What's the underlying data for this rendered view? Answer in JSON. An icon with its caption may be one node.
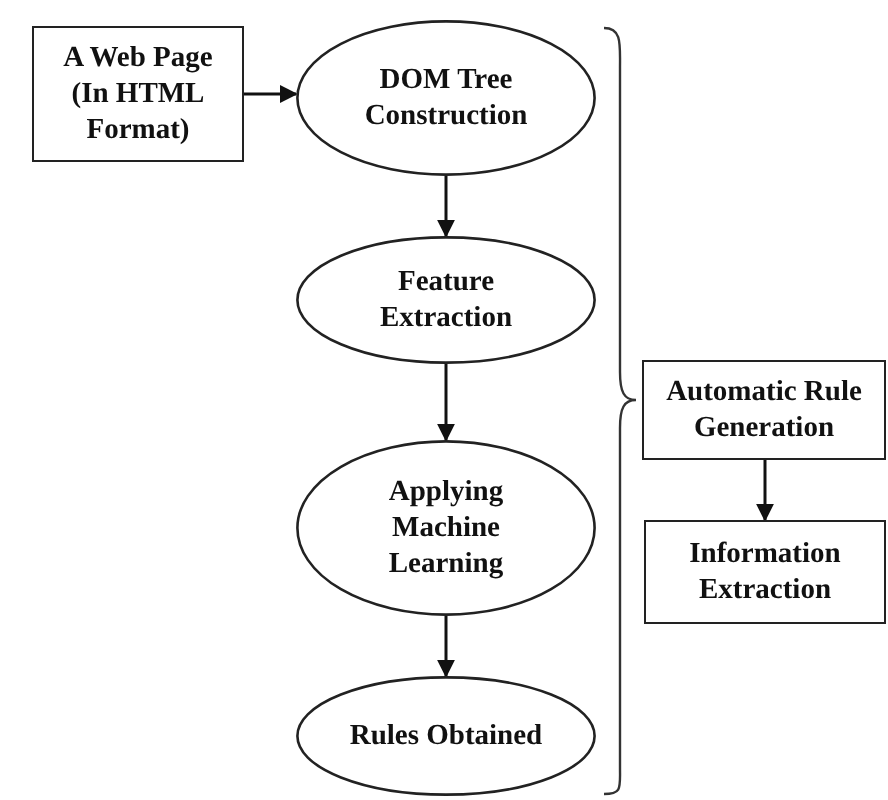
{
  "diagram": {
    "nodes": [
      {
        "text": [
          "A Web Page (In HTML Format)"
        ]
      },
      {
        "text": [
          "DOM Tree Construction"
        ]
      },
      {
        "text": [
          "Feature Extraction"
        ]
      },
      {
        "text": [
          "Applying Machine Learning"
        ]
      },
      {
        "text": [
          "Rules Obtained"
        ]
      },
      {
        "text": [
          "Automatic Rule Generation"
        ]
      },
      {
        "text": [
          "Information Extraction"
        ]
      }
    ],
    "edges": [
      {
        "from": 0,
        "to": 1,
        "arrow": "to"
      },
      {
        "from": 1,
        "to": 2,
        "arrow": "to"
      },
      {
        "from": 2,
        "to": 3,
        "arrow": "to"
      },
      {
        "from": 3,
        "to": 4,
        "arrow": "to"
      },
      {
        "from": 5,
        "to": 6,
        "arrow": "to"
      }
    ]
  }
}
